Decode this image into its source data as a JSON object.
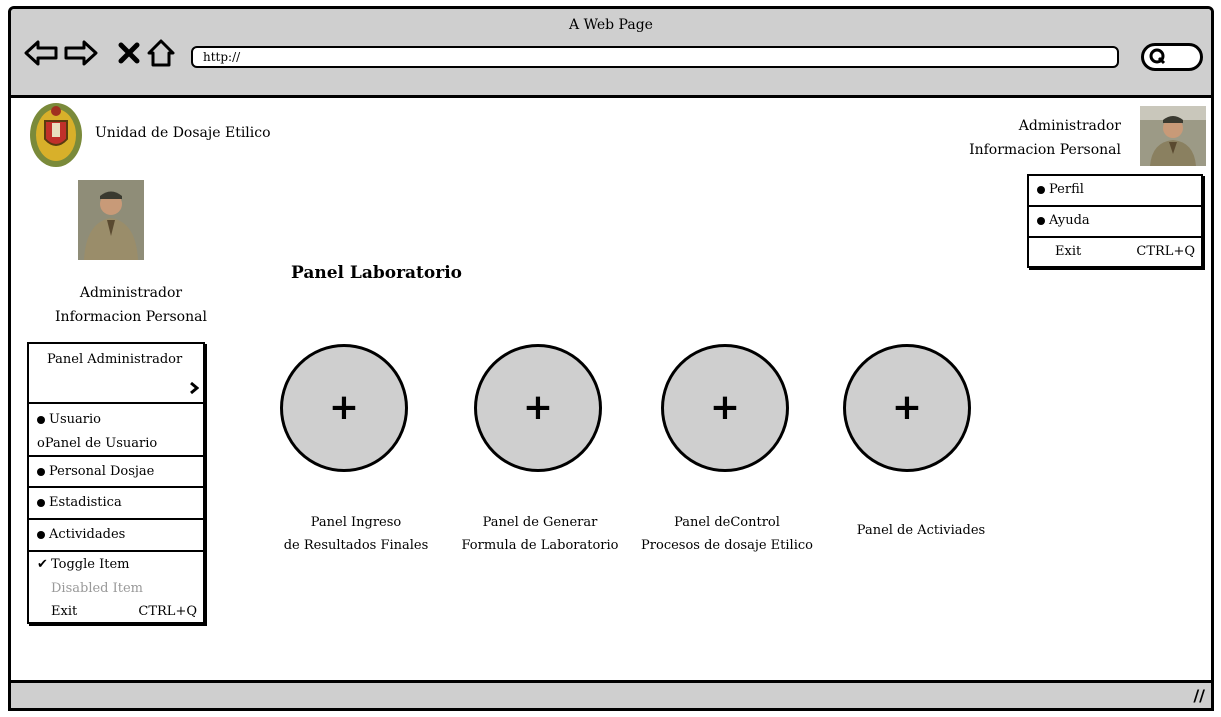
{
  "window": {
    "title": "A Web Page",
    "url": "http://"
  },
  "site": {
    "name": "Unidad de Dosaje Etilico"
  },
  "user": {
    "role": "Administrador",
    "info": "Informacion Personal"
  },
  "user_menu": {
    "items": [
      {
        "label": "Perfil"
      },
      {
        "label": "Ayuda"
      }
    ],
    "exit": {
      "label": "Exit",
      "shortcut": "CTRL+Q"
    }
  },
  "side_menu": {
    "header": "Panel Administrador",
    "items": [
      {
        "label": "Usuario",
        "sub": "oPanel de Usuario"
      },
      {
        "label": "Personal Dosjae"
      },
      {
        "label": "Estadistica"
      },
      {
        "label": "Actividades"
      }
    ],
    "toggle": "Toggle Item",
    "disabled": "Disabled Item",
    "exit": {
      "label": "Exit",
      "shortcut": "CTRL+Q"
    }
  },
  "main": {
    "title": "Panel Laboratorio",
    "panels": [
      {
        "line1": "Panel Ingreso",
        "line2": "de Resultados Finales"
      },
      {
        "line1": "Panel de Generar",
        "line2": "Formula de Laboratorio"
      },
      {
        "line1": "Panel deControl",
        "line2": "Procesos de dosaje Etilico"
      },
      {
        "line1": "Panel de Activiades",
        "line2": ""
      }
    ]
  },
  "icons": {
    "back": "arrow-left-icon",
    "forward": "arrow-right-icon",
    "stop": "close-icon",
    "home": "home-icon",
    "search": "search-icon",
    "plus": "plus-icon",
    "chevron": "chevron-right-icon",
    "resize": "resize-grip-icon"
  }
}
